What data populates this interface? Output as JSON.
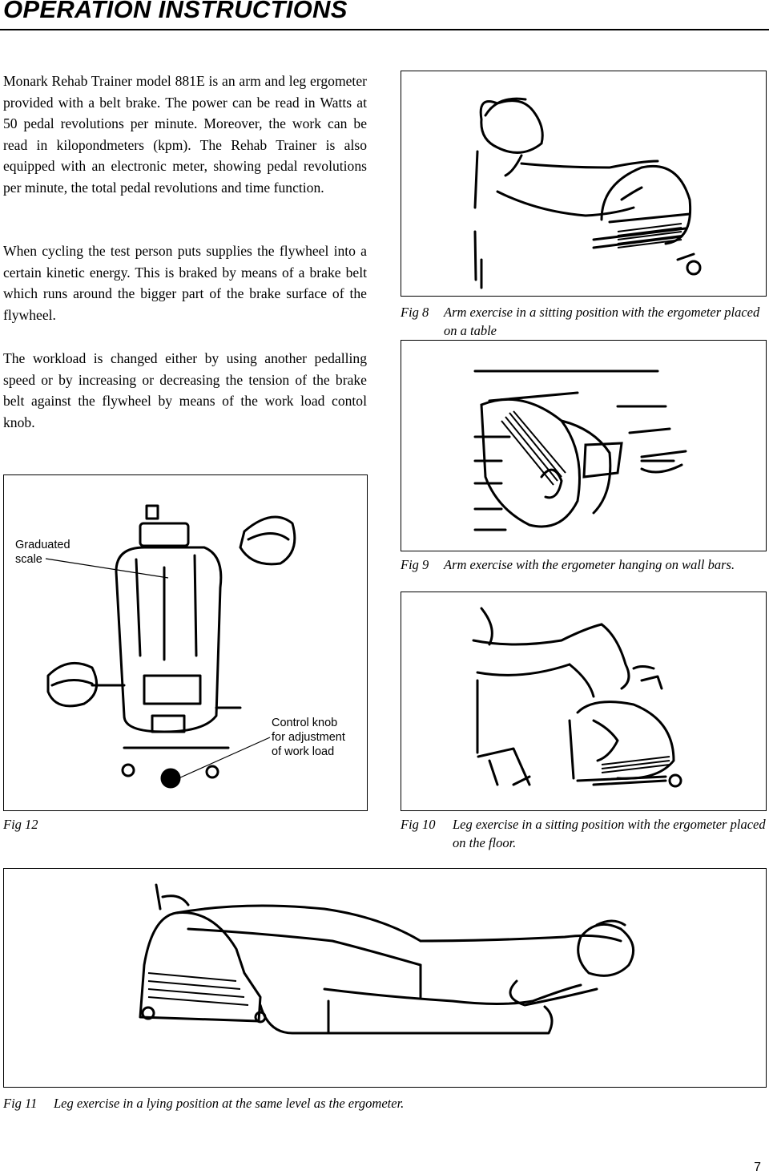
{
  "header": {
    "title": "OPERATION INSTRUCTIONS"
  },
  "paragraphs": [
    "Monark Rehab Trainer model 881E is an arm and leg ergometer provided with a belt brake. The power can be read in Watts at 50 pedal revolutions per minute. Moreover, the work can be read in kilopondmeters (kpm). The Rehab Trainer is also equipped with an electronic meter, showing pedal revolutions per minute, the total pedal revolutions and time function.",
    "When cycling the test person puts supplies the flywheel into a certain kinetic energy. This is braked by means of a brake belt which runs around the bigger part of the brake surface of the flywheel.",
    "The workload is changed either by using another pedalling speed or by increasing or decreasing the tension of the brake belt against the flywheel by means of the work load contol knob."
  ],
  "figures": {
    "fig8": {
      "number": "Fig 8",
      "caption": "Arm exercise in a sitting position with the ergometer placed on a table"
    },
    "fig9": {
      "number": "Fig 9",
      "caption": "Arm exercise with the ergometer hanging on wall bars."
    },
    "fig10": {
      "number": "Fig 10",
      "caption": "Leg exercise in a sitting position with the ergometer placed on the floor."
    },
    "fig11": {
      "number": "Fig 11",
      "caption": "Leg exercise in a lying position at the same level as the ergometer."
    },
    "fig12": {
      "number": "Fig 12",
      "callout_scale": "Graduated\nscale",
      "callout_knob": "Control knob\nfor adjustment\nof work load"
    }
  },
  "page_number": "7"
}
